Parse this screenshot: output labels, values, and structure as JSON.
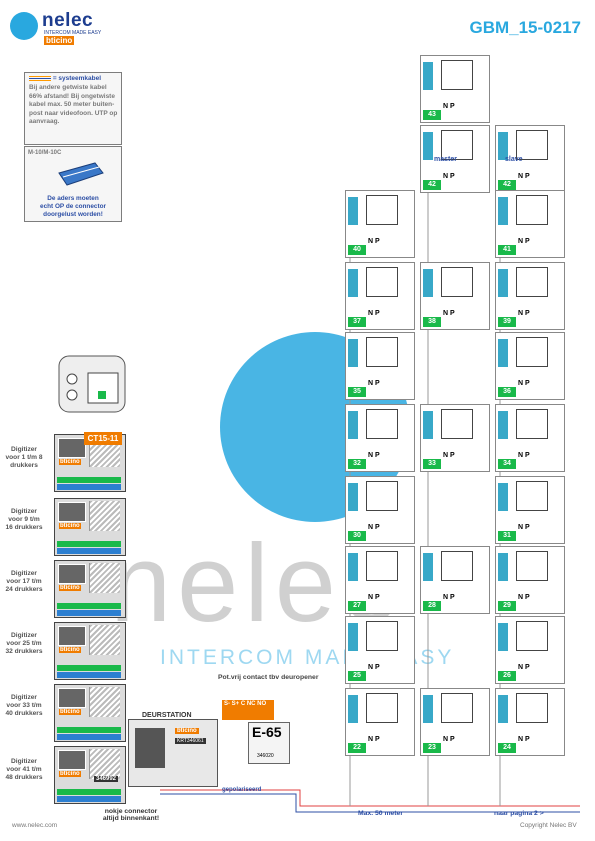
{
  "header": {
    "logo_name": "nelec",
    "logo_tagline": "INTERCOM MADE EASY",
    "logo_brand": "bticino",
    "doc_number": "GBM_15-0217"
  },
  "info_box": {
    "legend": "= systeemkabel",
    "text": "Bij andere getwiste kabel 66% afstand! Bij ongetwiste kabel max. 50 meter buiten-post naar videofoon. UTP op aanvraag."
  },
  "connector_box": {
    "model": "M-10/M-10C",
    "line1": "De aders moeten",
    "line2": "echt OP de connector",
    "line3": "doorgelust worden!"
  },
  "digitizers": [
    {
      "label": "Digitizer voor 1 t/m 8 drukkers"
    },
    {
      "label": "Digitizer voor 9 t/m 16 drukkers"
    },
    {
      "label": "Digitizer voor 17 t/m 24 drukkers"
    },
    {
      "label": "Digitizer voor 25 t/m 32 drukkers"
    },
    {
      "label": "Digitizer voor 33 t/m 40 drukkers"
    },
    {
      "label": "Digitizer voor 41 t/m 48 drukkers"
    }
  ],
  "ct_label": "CT15-11",
  "digitizer_brand": "bticino",
  "digitizer_code": "346992",
  "door_station": {
    "label": "DEURSTATION",
    "code": "KRT346061"
  },
  "relay": {
    "caption": "Pot.vrij contact tbv deuropener",
    "terminals": "S- S+ C NC NO"
  },
  "psu": {
    "model": "E-65",
    "code": "346020"
  },
  "annotations": {
    "gepolariseerd": "gepolariseerd",
    "nokje": "nokje connector altijd binnenkant!",
    "max": "Max. 50 meter",
    "next": "naar pagina 2 >",
    "site": "www.nelec.com",
    "copyright": "Copyright Nelec BV"
  },
  "monitors": [
    {
      "num": "43"
    },
    {
      "num": "42",
      "tag": "master"
    },
    {
      "num": "42",
      "tag": "slave"
    },
    {
      "num": "40"
    },
    {
      "num": "41"
    },
    {
      "num": "37"
    },
    {
      "num": "38"
    },
    {
      "num": "39"
    },
    {
      "num": "35"
    },
    {
      "num": "36"
    },
    {
      "num": "32"
    },
    {
      "num": "33"
    },
    {
      "num": "34"
    },
    {
      "num": "30"
    },
    {
      "num": "31"
    },
    {
      "num": "27"
    },
    {
      "num": "28"
    },
    {
      "num": "29"
    },
    {
      "num": "25"
    },
    {
      "num": "26"
    },
    {
      "num": "22"
    },
    {
      "num": "23"
    },
    {
      "num": "24"
    }
  ],
  "np_label": "N P",
  "watermark": {
    "word": "nelec",
    "sub": "INTERCOM MADE EASY"
  },
  "colors": {
    "accent": "#29a8df",
    "brand_orange": "#f07c00",
    "terminal_green": "#19b94a",
    "label_blue": "#2d4fa5"
  }
}
